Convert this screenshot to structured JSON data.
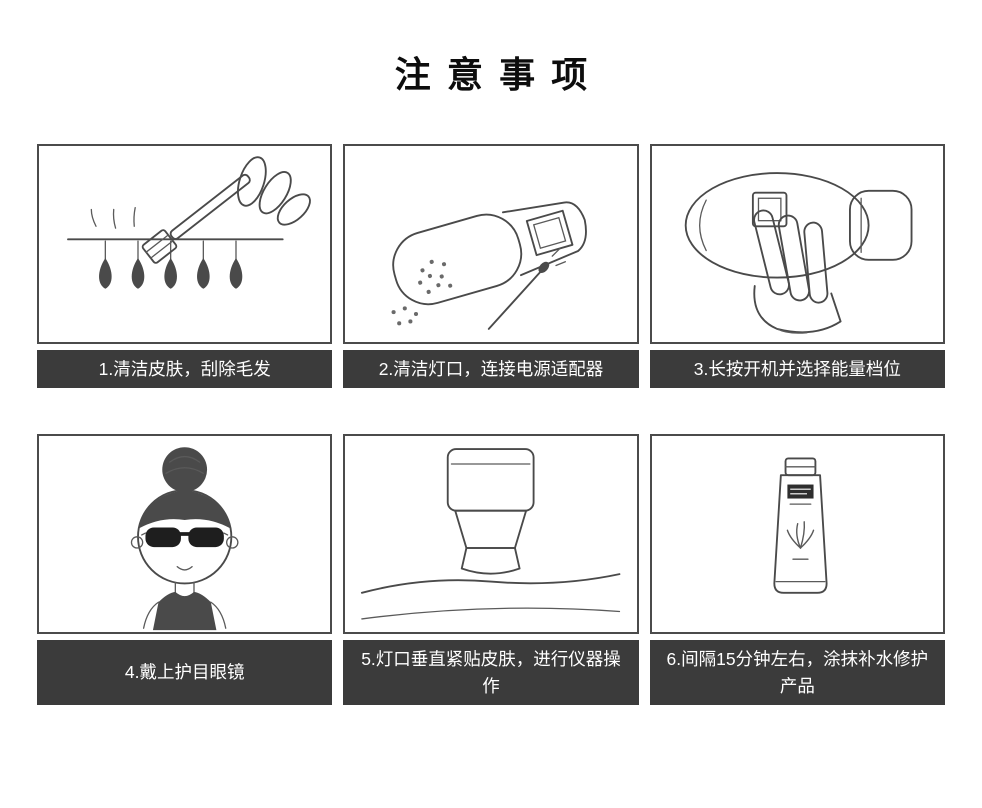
{
  "page": {
    "title": "注意事项"
  },
  "colors": {
    "background": "#ffffff",
    "caption_bg": "#3b3b3b",
    "caption_text": "#ffffff",
    "frame_border": "#4b4b4b",
    "line_art": "#4a4a4a"
  },
  "steps": [
    {
      "caption": "1.清洁皮肤，刮除毛发",
      "illustration": "shave-skin-illustration"
    },
    {
      "caption": "2.清洁灯口，连接电源适配器",
      "illustration": "clean-lamp-window-illustration"
    },
    {
      "caption": "3.长按开机并选择能量档位",
      "illustration": "press-power-select-level-illustration"
    },
    {
      "caption": "4.戴上护目眼镜",
      "illustration": "wear-goggles-illustration"
    },
    {
      "caption": "5.灯口垂直紧贴皮肤，进行仪器操作",
      "illustration": "device-on-skin-illustration"
    },
    {
      "caption": "6.间隔15分钟左右，涂抹补水修护产品",
      "illustration": "apply-repair-gel-illustration"
    }
  ]
}
